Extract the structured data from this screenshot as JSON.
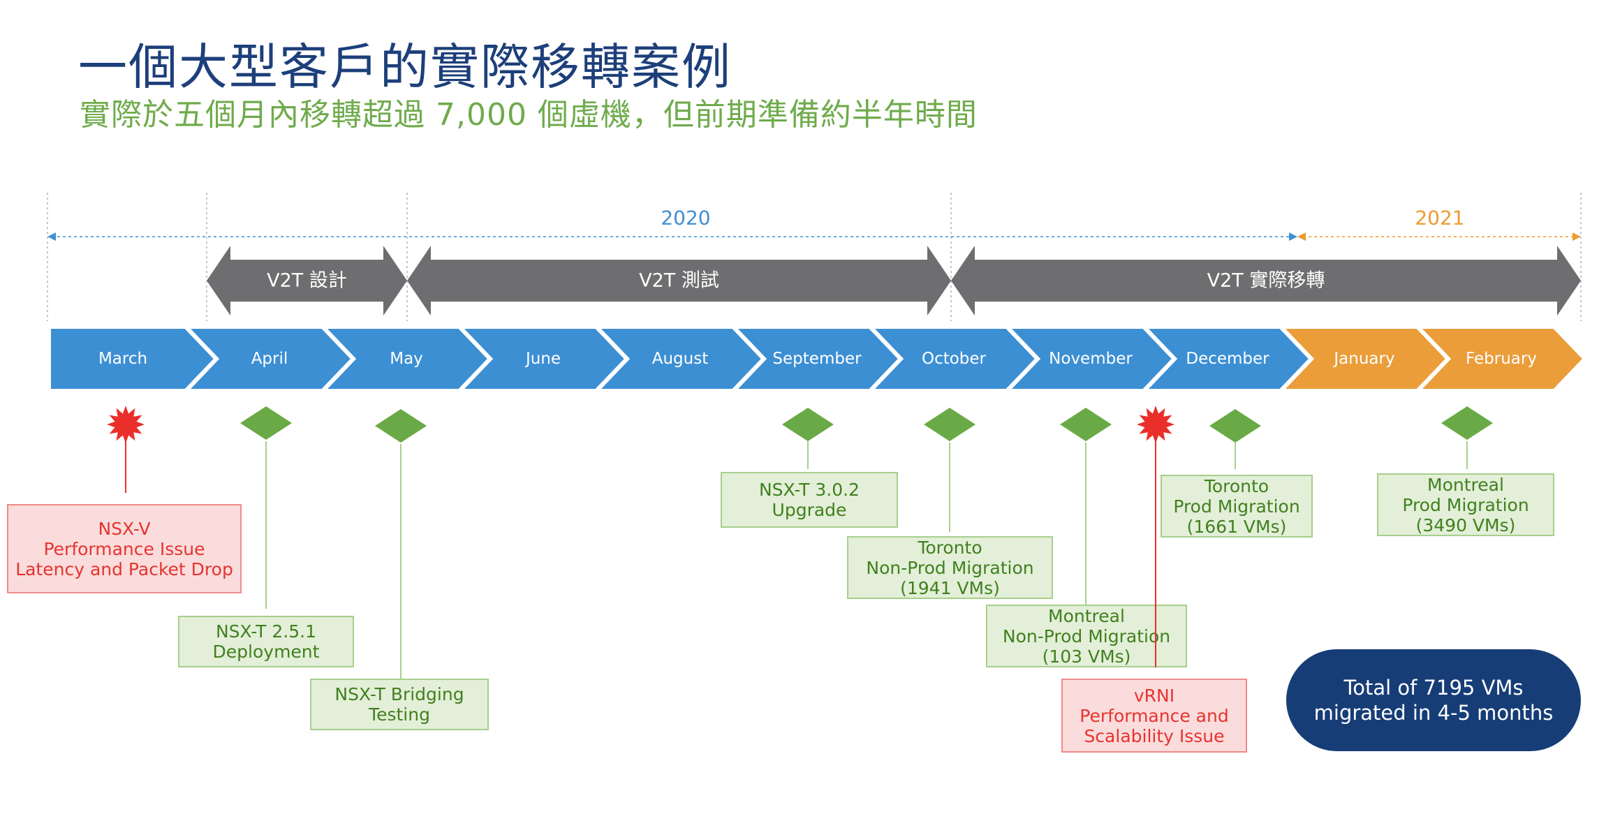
{
  "title": "一個大型客戶的實際移轉案例",
  "subtitle": "實際於五個月內移轉超過 7,000 個虛機，但前期準備約半年時間",
  "years": [
    {
      "label": "2020",
      "color": "#3f8fd1"
    },
    {
      "label": "2021",
      "color": "#ed9a2d"
    }
  ],
  "phases": [
    {
      "label": "V2T 設計"
    },
    {
      "label": "V2T 測試"
    },
    {
      "label": "V2T 實際移轉"
    }
  ],
  "months": [
    {
      "label": "March",
      "color": "#3d8fd3"
    },
    {
      "label": "April",
      "color": "#3d8fd3"
    },
    {
      "label": "May",
      "color": "#3d8fd3"
    },
    {
      "label": "June",
      "color": "#3d8fd3"
    },
    {
      "label": "August",
      "color": "#3d8fd3"
    },
    {
      "label": "September",
      "color": "#3d8fd3"
    },
    {
      "label": "October",
      "color": "#3d8fd3"
    },
    {
      "label": "November",
      "color": "#3d8fd3"
    },
    {
      "label": "December",
      "color": "#3d8fd3"
    },
    {
      "label": "January",
      "color": "#eb9d3a"
    },
    {
      "label": "February",
      "color": "#eb9d3a"
    }
  ],
  "events": [
    {
      "marker": "starburst",
      "text": "NSX-V\nPerformance Issue\nLatency and Packet Drop",
      "style": "red"
    },
    {
      "marker": "diamond",
      "text": "NSX-T 2.5.1\nDeployment",
      "style": "green"
    },
    {
      "marker": "diamond",
      "text": "NSX-T Bridging\nTesting",
      "style": "green"
    },
    {
      "marker": "diamond",
      "text": "NSX-T 3.0.2\nUpgrade",
      "style": "green"
    },
    {
      "marker": "diamond",
      "text": "Toronto\nNon-Prod Migration\n(1941 VMs)",
      "style": "green"
    },
    {
      "marker": "diamond",
      "text": "Montreal\nNon-Prod Migration\n(103 VMs)",
      "style": "green"
    },
    {
      "marker": "starburst",
      "text": "vRNI\nPerformance and\nScalability Issue",
      "style": "red"
    },
    {
      "marker": "diamond",
      "text": "Toronto\nProd Migration\n(1661 VMs)",
      "style": "green"
    },
    {
      "marker": "diamond",
      "text": "Montreal\nProd Migration\n(3490 VMs)",
      "style": "green"
    }
  ],
  "summary": "Total of 7195 VMs\nmigrated in 4-5 months",
  "colors": {
    "title": "#1d3f7a",
    "subtitle": "#6fab4c",
    "phase_arrow": "#6e6e70",
    "marker_green": "#6aaa46",
    "marker_red": "#ea2e2a",
    "summary_bg": "#173d77"
  }
}
